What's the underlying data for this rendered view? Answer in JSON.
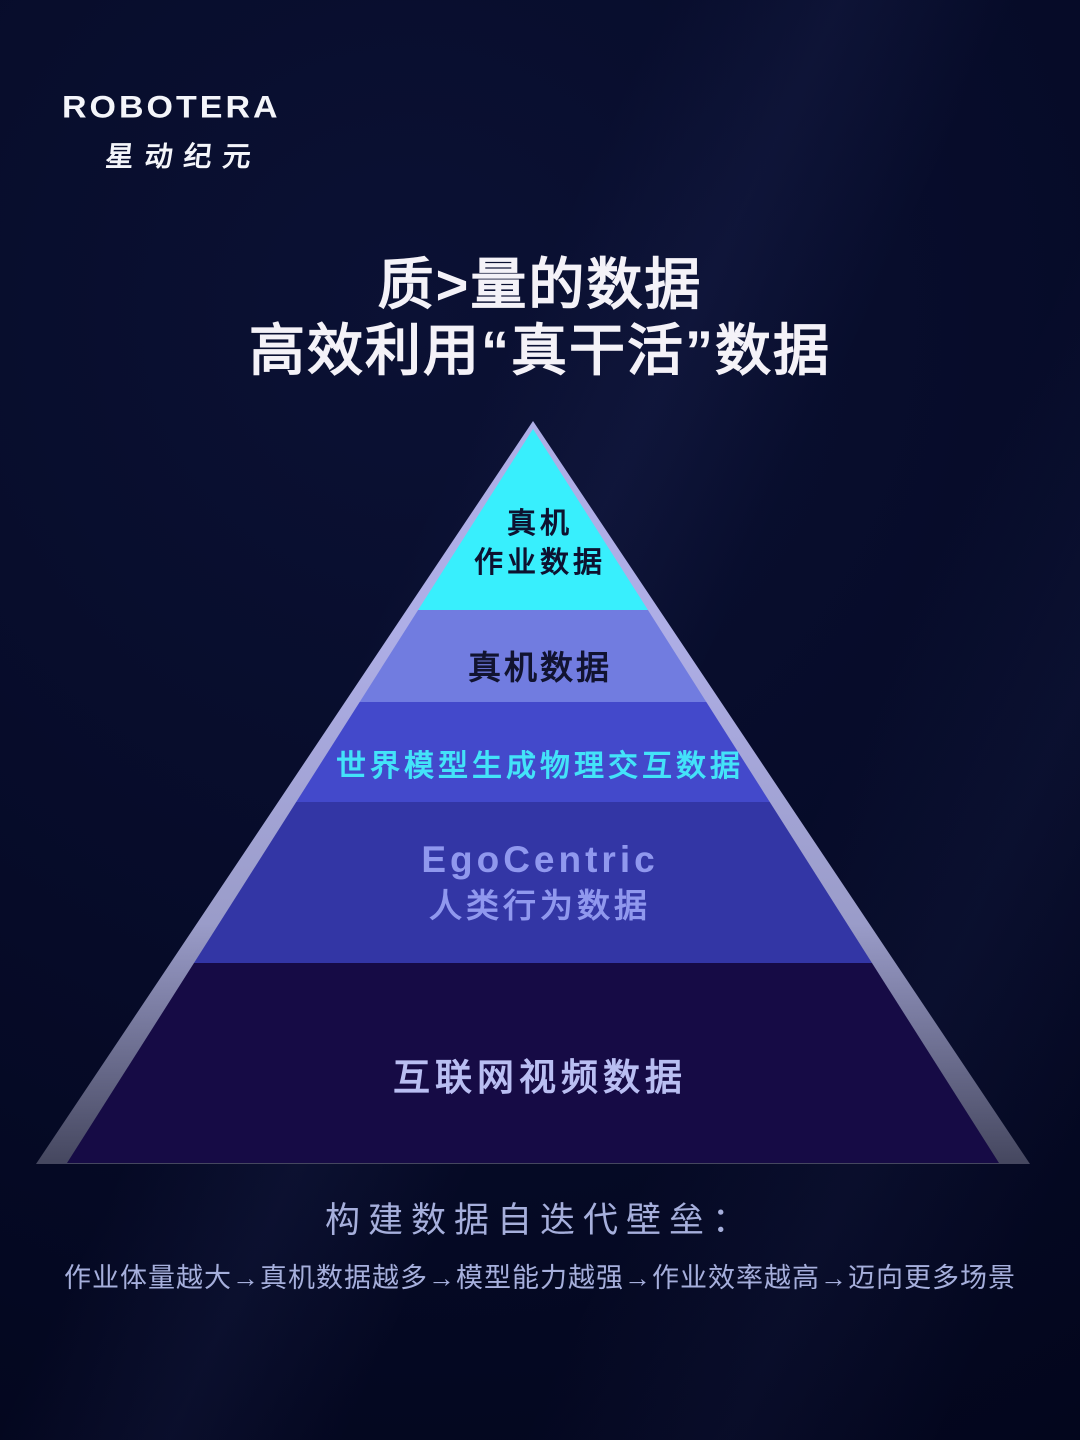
{
  "logo": {
    "brand": "ROBOTERA",
    "sub": "星动纪元"
  },
  "title": {
    "line1": "质>量的数据",
    "line2": "高效利用“真干活”数据"
  },
  "pyramid": {
    "type": "pyramid-diagram",
    "edge_highlight_color": "#aeaee6",
    "layers": [
      {
        "line1": "真机",
        "line2": "作业数据",
        "color": "#38effd",
        "text_color": "#0d1230"
      },
      {
        "label": "真机数据",
        "color": "#717ce0",
        "text_color": "#111330"
      },
      {
        "label": "世界模型生成物理交互数据",
        "color": "#4349cb",
        "text_color": "#43e3f9"
      },
      {
        "line1": "EgoCentric",
        "line2": "人类行为数据",
        "color": "#3336a5",
        "text_color": "#9098ee"
      },
      {
        "label": "互联网视频数据",
        "color": "#160b45",
        "text_color": "#b9bef2"
      }
    ]
  },
  "footer": {
    "heading": "构建数据自迭代壁垒：",
    "chain": "作业体量越大→真机数据越多→模型能力越强→作业效率越高→迈向更多场景"
  }
}
